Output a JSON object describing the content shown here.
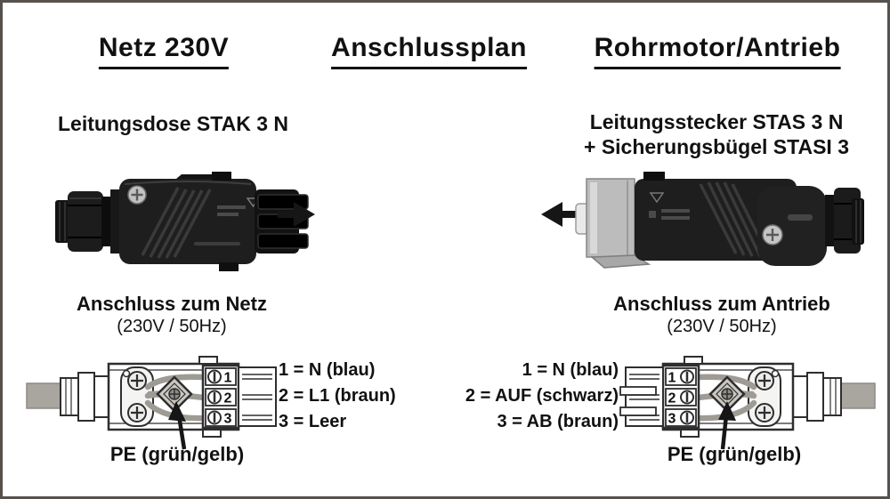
{
  "frame": {
    "bg": "#ffffff",
    "border_color": "#56514c"
  },
  "header": {
    "left_title": "Netz 230V",
    "center_title": "Anschlussplan",
    "right_title": "Rohrmotor/Antrieb"
  },
  "netz": {
    "connector_label": "Leitungsdose STAK 3 N",
    "section_title": "Anschluss zum Netz",
    "section_subtitle": "(230V / 50Hz)",
    "pins": [
      "1 = N (blau)",
      "2 = L1 (braun)",
      "3 = Leer"
    ],
    "pe_label": "PE (grün/gelb)"
  },
  "antrieb": {
    "connector_label_line1": "Leitungsstecker STAS 3 N",
    "connector_label_line2": "+ Sicherungsbügel STASI 3",
    "section_title": "Anschluss zum Antrieb",
    "section_subtitle": "(230V / 50Hz)",
    "pins": [
      "1 = N (blau)",
      "2 = AUF (schwarz)",
      "3 = AB (braun)"
    ],
    "pe_label": "PE (grün/gelb)"
  },
  "diagram": {
    "terminal_numbers": [
      "1",
      "2",
      "3"
    ],
    "cable_color": "#a9a6a0",
    "wire_color": "#9e9b95",
    "line_color": "#2e2e2e",
    "arrow_color": "#161616"
  }
}
